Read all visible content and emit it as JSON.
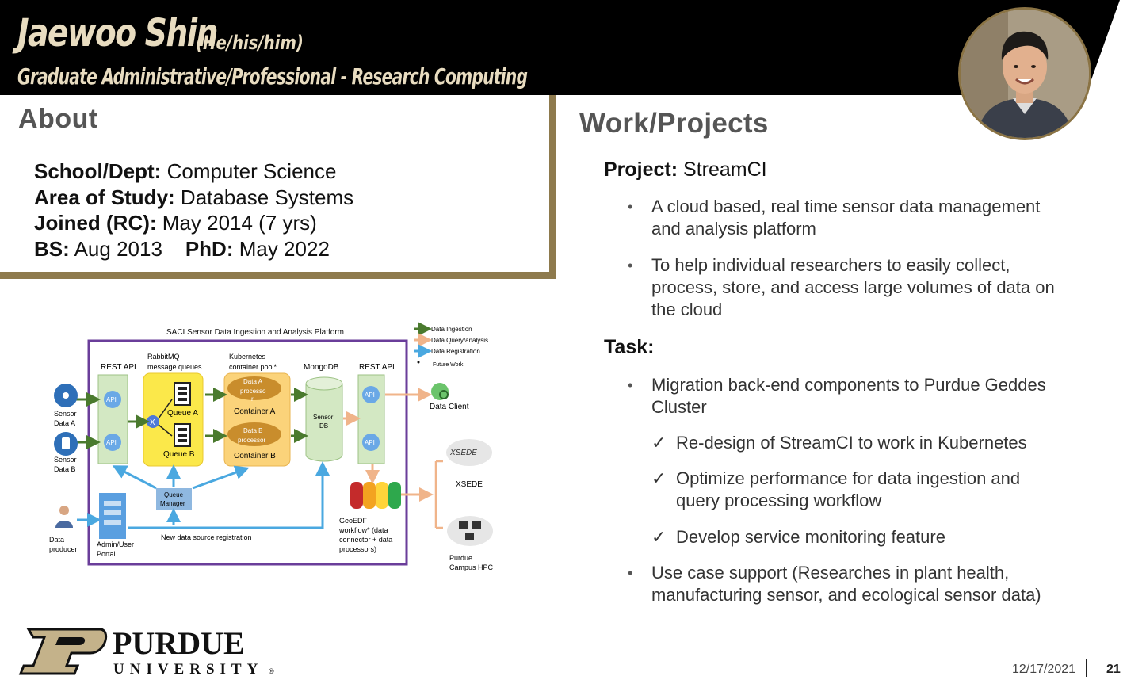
{
  "header": {
    "name": "Jaewoo Shin",
    "pronouns": "(He/his/him)",
    "subtitle": "Graduate Administrative/Professional - Research Computing",
    "band_color": "#000000",
    "text_color": "#e8dcc0"
  },
  "photo": {
    "icon": "person-photo"
  },
  "about": {
    "title": "About",
    "school_label": "School/Dept:",
    "school_value": "Computer Science",
    "area_label": "Area of Study:",
    "area_value": "Database Systems",
    "joined_label": "Joined (RC):",
    "joined_value": "May 2014 (7 yrs)",
    "bs_label": "BS:",
    "bs_value": "Aug 2013",
    "phd_label": "PhD:",
    "phd_value": "May 2022",
    "border_color": "#8e7a4d"
  },
  "work": {
    "title": "Work/Projects",
    "project_label": "Project:",
    "project_value": "StreamCI",
    "project_bullets": [
      "A cloud based, real time sensor data management",
      "and analysis platform",
      "To help individual researchers to easily collect,",
      "process, store, and access large volumes of data on",
      "the cloud"
    ],
    "task_label": "Task:",
    "task_bullet_1": [
      "Migration back-end components to Purdue Geddes",
      "Cluster"
    ],
    "checks": [
      [
        "Re-design of StreamCI to work in Kubernetes"
      ],
      [
        "Optimize performance for data ingestion and",
        "query processing workflow"
      ],
      [
        "Develop service monitoring feature"
      ]
    ],
    "task_bullet_2": [
      "Use case support (Researches in plant health,",
      "manufacturing sensor, and ecological sensor data)"
    ]
  },
  "diagram": {
    "title": "SACI Sensor Data Ingestion and Analysis Platform",
    "legend": [
      "Data Ingestion",
      "Data Query/analysis",
      "Data Registration",
      "Future Work"
    ],
    "legend_colors": [
      "#4a7a2e",
      "#f0b48a",
      "#4aa8e0"
    ],
    "rest_api_left": "REST API",
    "rabbitmq": [
      "RabbitMQ",
      "message queues"
    ],
    "kubernetes": [
      "Kubernetes",
      "container pool*"
    ],
    "mongodb": "MongoDB",
    "rest_api_right": "REST API",
    "api": "API",
    "queue_a": "Queue A",
    "queue_b": "Queue B",
    "x_mark": "X",
    "data_a_processor": [
      "Data A",
      "processo",
      "r"
    ],
    "data_b_processor": [
      "Data B",
      "processor"
    ],
    "container_a": "Container  A",
    "container_b": "Container  B",
    "sensor_db": [
      "Sensor",
      "DB"
    ],
    "data_client": "Data  Client",
    "xsede_logo": "XSEDE",
    "xsede": "XSEDE",
    "sensor_a": [
      "Sensor",
      "Data  A"
    ],
    "sensor_b": [
      "Sensor",
      "Data  B"
    ],
    "queue_manager": [
      "Queue",
      "Manager"
    ],
    "data_producer": [
      "Data",
      "producer"
    ],
    "admin_portal": [
      "Admin/User",
      "Portal"
    ],
    "new_registration": "New data source registration",
    "geoedf": [
      "GeoEDF",
      "workflow* (data",
      "connector + data",
      "processors)"
    ],
    "purdue_hpc": [
      "Purdue",
      "Campus HPC"
    ]
  },
  "logo": {
    "line1": "PURDUE",
    "line2": "UNIVERSITY",
    "reg": "®",
    "gold": "#c4b28a"
  },
  "footer": {
    "date": "12/17/2021",
    "page": "21"
  }
}
